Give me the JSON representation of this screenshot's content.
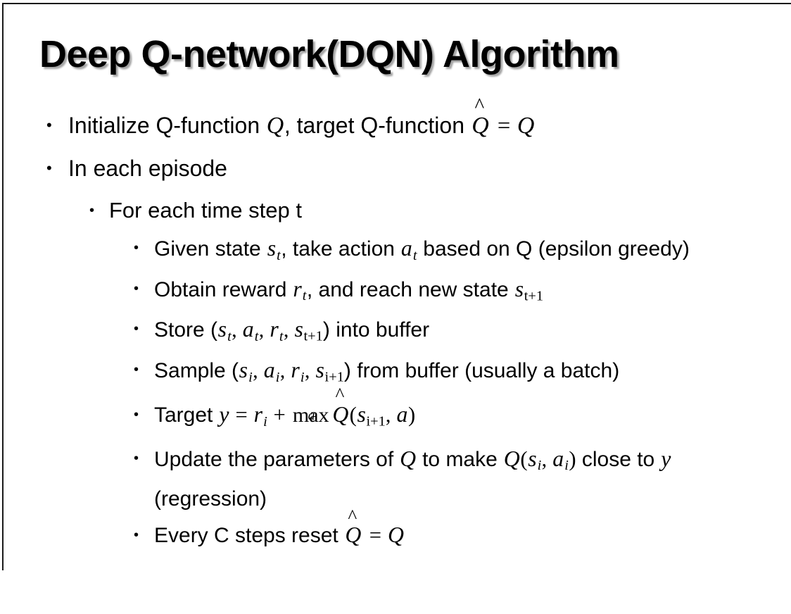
{
  "slide": {
    "title": "Deep Q-network(DQN) Algorithm",
    "background_color": "#ffffff",
    "text_color": "#000000",
    "frame_line_color": "#1a1a1a",
    "bullet_glyph": "•"
  },
  "content": {
    "l1_initialize": {
      "prefix": "Initialize Q-function ",
      "var_q1": "Q",
      "mid": ", target Q-function ",
      "hat_char": "̂",
      "hat_base": "Q",
      "equals": "=",
      "var_q2": "Q",
      "plain": "Initialize Q-function Q, target Q-function Q̂ = Q"
    },
    "l1_in_each_episode": {
      "text": "In each episode"
    },
    "l2_for_each_time_step": {
      "text": "For each time step t"
    },
    "l3_given_state": {
      "part1": "Given state ",
      "s": "s",
      "sub_t": "t",
      "part2": ", take action ",
      "a": "a",
      "sub_t2": "t",
      "part3": " based on Q (epsilon greedy)",
      "plain": "Given state s_t, take action a_t based on Q (epsilon greedy)"
    },
    "l3_obtain_reward": {
      "part1": "Obtain reward ",
      "r": "r",
      "sub_t": "t",
      "part2": ", and reach new state ",
      "s": "s",
      "sub_t1": "t+1",
      "plain": "Obtain reward r_t, and reach new state s_{t+1}"
    },
    "l3_store": {
      "part1": "Store (",
      "s1": "s",
      "s1sub": "t",
      "comma1": ", ",
      "a1": "a",
      "a1sub": "t",
      "comma2": ", ",
      "r1": "r",
      "r1sub": "t",
      "comma3": ", ",
      "s2": "s",
      "s2sub": "t+1",
      "part2": ") into buffer",
      "plain": "Store (s_t, a_t, r_t, s_{t+1}) into buffer"
    },
    "l3_sample": {
      "part1": "Sample (",
      "s1": "s",
      "s1sub": "i",
      "comma1": ", ",
      "a1": "a",
      "a1sub": "i",
      "comma2": ", ",
      "r1": "r",
      "r1sub": "i",
      "comma3": ", ",
      "s2": "s",
      "s2sub": "i+1",
      "part2": ") from buffer (usually a batch)",
      "plain": "Sample (s_i, a_i, r_i, s_{i+1}) from buffer (usually a batch)"
    },
    "l3_target": {
      "part1": "Target ",
      "y": "y",
      "eq": "=",
      "r": "r",
      "rsub": "i",
      "plus": "+",
      "max_op": "max",
      "max_under": "a",
      "hat_base": "Q",
      "hat_char": "̂",
      "open": "(",
      "s": "s",
      "ssub": "i+1",
      "comma": ", ",
      "a": "a",
      "close": ")",
      "plain": "Target y = r_i + max_a Q̂(s_{i+1}, a)"
    },
    "l3_update": {
      "part1": "Update the parameters of ",
      "q1": "Q",
      "part2": " to make ",
      "q2": "Q",
      "open": "(",
      "s": "s",
      "ssub": "i",
      "comma": ", ",
      "a": "a",
      "asub": "i",
      "close": ")",
      "part3": " close to ",
      "y": "y",
      "part4": " (regression)",
      "plain": "Update the parameters of Q to make Q(s_i, a_i) close to y (regression)"
    },
    "l3_every_c": {
      "part1": "Every C steps reset ",
      "hat_base": "Q",
      "hat_char": "̂",
      "equals": "=",
      "q": "Q",
      "plain": "Every C steps reset Q̂ = Q"
    }
  }
}
